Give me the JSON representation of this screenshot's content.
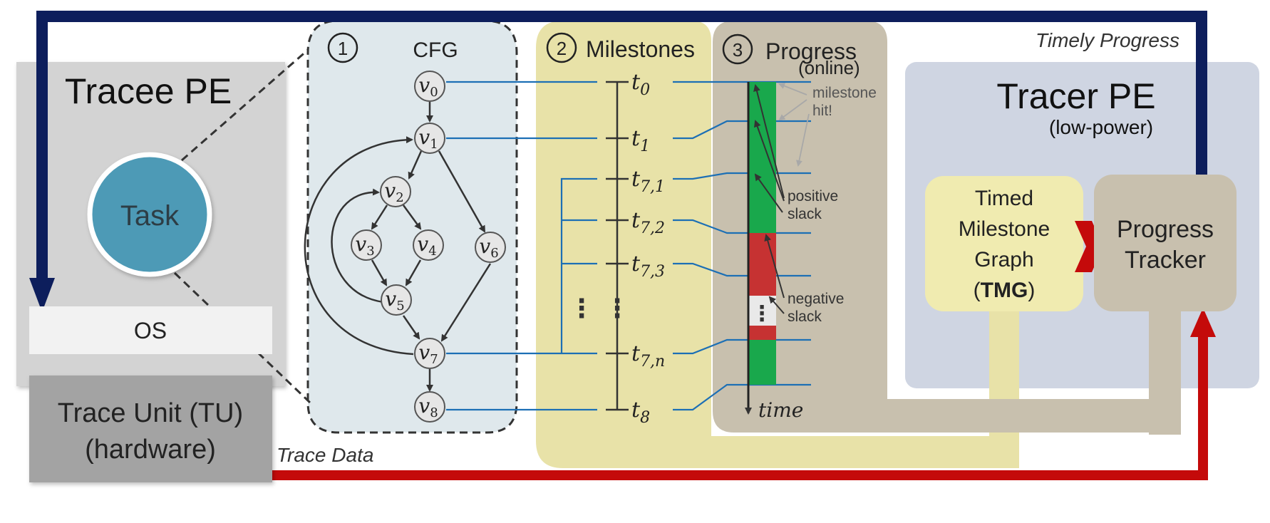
{
  "colors": {
    "navy": "#0d1e5c",
    "red": "#c40a0a",
    "cfg_bg": "#dfe8ec",
    "milestones_bg": "#e8e2a8",
    "progress_bg": "#c8c0ae",
    "tracer_bg": "#cfd5e2",
    "tracee_bg": "#d3d3d3",
    "task_circle": "#4e9ab6",
    "tu_box": "#a3a3a3",
    "os_box": "#f2f2f2",
    "blue_line": "#1c6fb5",
    "positive_slack": "#19a84c",
    "negative_slack": "#c63232",
    "tmg_box": "#f0ebb0",
    "tracker_box": "#c8c0ae"
  },
  "labels": {
    "timely_progress": "Timely Progress",
    "trace_data": "Trace Data",
    "tracee_pe": "Tracee PE",
    "task": "Task",
    "os": "OS",
    "tu_line1": "Trace Unit (TU)",
    "tu_line2": "(hardware)",
    "tracer_pe": "Tracer PE",
    "tracer_sub": "(low-power)",
    "tmg_line1": "Timed",
    "tmg_line2": "Milestone",
    "tmg_line3": "Graph",
    "tmg_paren_open": "(",
    "tmg_bold": "TMG",
    "tmg_paren_close": ")",
    "tracker_line1": "Progress",
    "tracker_line2": "Tracker"
  },
  "panels": {
    "cfg": {
      "number": "1",
      "title": "CFG"
    },
    "milestones": {
      "number": "2",
      "title": "Milestones"
    },
    "progress": {
      "number": "3",
      "title": "Progress",
      "subtitle": "(online)"
    }
  },
  "cfg_nodes": [
    {
      "id": "v0",
      "base": "v",
      "sub": "0"
    },
    {
      "id": "v1",
      "base": "v",
      "sub": "1"
    },
    {
      "id": "v2",
      "base": "v",
      "sub": "2"
    },
    {
      "id": "v3",
      "base": "v",
      "sub": "3"
    },
    {
      "id": "v4",
      "base": "v",
      "sub": "4"
    },
    {
      "id": "v5",
      "base": "v",
      "sub": "5"
    },
    {
      "id": "v6",
      "base": "v",
      "sub": "6"
    },
    {
      "id": "v7",
      "base": "v",
      "sub": "7"
    },
    {
      "id": "v8",
      "base": "v",
      "sub": "8"
    }
  ],
  "milestones": [
    {
      "base": "t",
      "sub": "0"
    },
    {
      "base": "t",
      "sub": "1"
    },
    {
      "base": "t",
      "sub": "7,1"
    },
    {
      "base": "t",
      "sub": "7,2"
    },
    {
      "base": "t",
      "sub": "7,3"
    },
    {
      "base": "t",
      "sub": "7,n"
    },
    {
      "base": "t",
      "sub": "8"
    }
  ],
  "progress_annotations": {
    "milestone_hit_1": "milestone",
    "milestone_hit_2": "hit!",
    "positive_1": "positive",
    "positive_2": "slack",
    "negative_1": "negative",
    "negative_2": "slack",
    "time": "time"
  }
}
